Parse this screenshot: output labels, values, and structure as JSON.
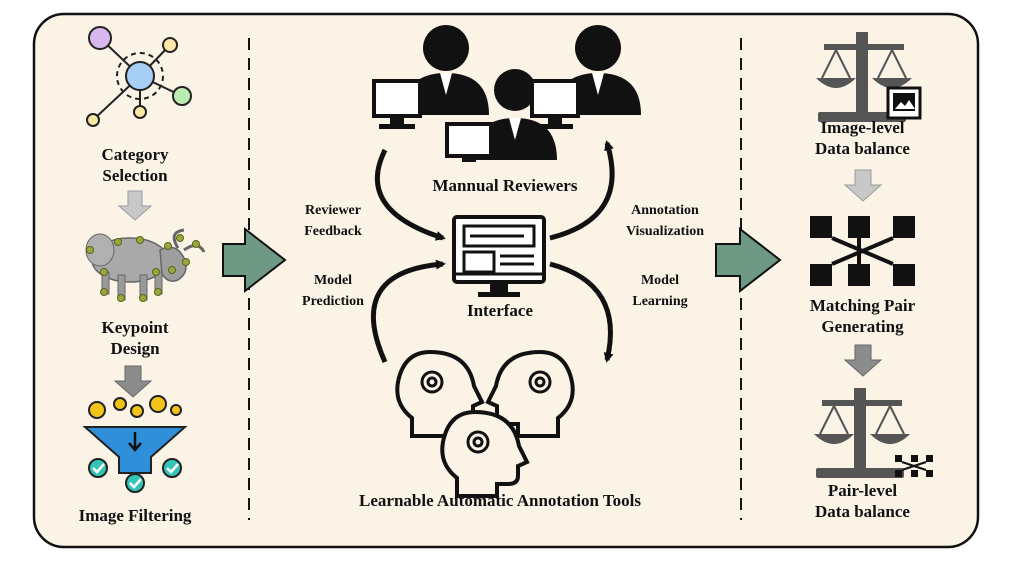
{
  "left": {
    "category_line1": "Category",
    "category_line2": "Selection",
    "keypoint_line1": "Keypoint",
    "keypoint_line2": "Design",
    "filtering": "Image Filtering"
  },
  "center": {
    "reviewers": "Mannual Reviewers",
    "interface": "Interface",
    "tools": "Learnable Automatic Annotation Tools",
    "reviewer_feedback_line1": "Reviewer",
    "reviewer_feedback_line2": "Feedback",
    "annotation_vis_line1": "Annotation",
    "annotation_vis_line2": "Visualization",
    "model_prediction_line1": "Model",
    "model_prediction_line2": "Prediction",
    "model_learning_line1": "Model",
    "model_learning_line2": "Learning"
  },
  "right": {
    "image_balance_line1": "Image-level",
    "image_balance_line2": "Data balance",
    "matching_line1": "Matching Pair",
    "matching_line2": "Generating",
    "pair_balance_line1": "Pair-level",
    "pair_balance_line2": "Data balance"
  },
  "colors": {
    "panel_bg": "#faf3e6",
    "big_arrow": "#6e9a85",
    "gray_arrow": "#c8c8c8",
    "dark_gray_arrow": "#8c8c8c",
    "funnel": "#2f8fd8",
    "check": "#35c5b8",
    "coin": "#f2c318",
    "node_center": "#a7cff5",
    "node_purple": "#d8b8ee",
    "node_green": "#b8ecb0",
    "node_yellow": "#fde7a8"
  }
}
